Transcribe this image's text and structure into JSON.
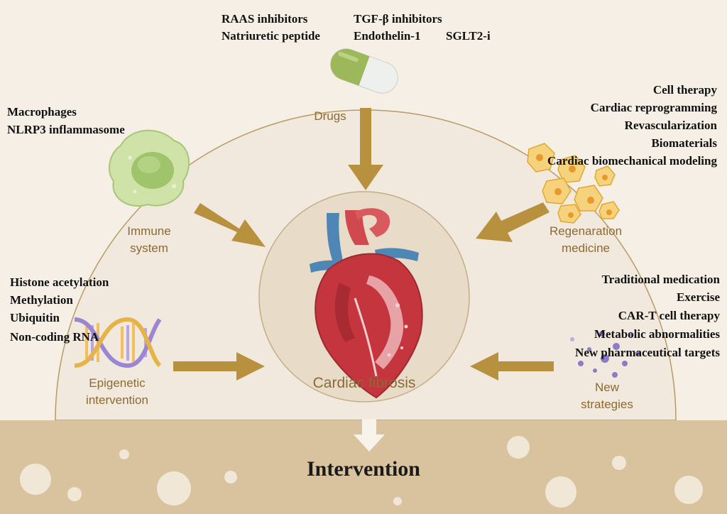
{
  "colors": {
    "background": "#f5efe6",
    "dome": "#f1e9de",
    "dome_outline": "#b89a62",
    "ground": "#d8c39e",
    "center_circle": "#e8dcc9",
    "arrow": "#b8913f",
    "category_text": "#8a6a35"
  },
  "drugs": {
    "label": "Drugs",
    "items": [
      "RAAS inhibitors",
      "Natriuretic peptide",
      "TGF-β inhibitors",
      "Endothelin-1",
      "SGLT2-i"
    ]
  },
  "immune": {
    "label_line1": "Immune",
    "label_line2": "system",
    "items": [
      "Macrophages",
      "NLRP3 inflammasome"
    ]
  },
  "regeneration": {
    "label_line1": "Regenaration",
    "label_line2": "medicine",
    "items": [
      "Cell therapy",
      "Cardiac reprogramming",
      "Revascularization",
      "Biomaterials",
      "Cardiac biomechanical modeling"
    ]
  },
  "epigenetic": {
    "label_line1": "Epigenetic",
    "label_line2": "intervention",
    "items": [
      "Histone acetylation",
      "Methylation",
      "Ubiquitin",
      "Non-coding RNA"
    ]
  },
  "new_strategies": {
    "label_line1": "New",
    "label_line2": "strategies",
    "items": [
      "Traditional medication",
      "Exercise",
      "CAR-T cell therapy",
      "Metabolic abnormalities",
      "New pharmaceutical targets"
    ]
  },
  "center": {
    "label": "Cardiac fibrosis"
  },
  "bottom": {
    "label": "Intervention"
  },
  "icons": [
    "capsule-icon",
    "macrophage-icon",
    "cell-cluster-icon",
    "dna-helix-icon",
    "dots-icon",
    "heart-icon"
  ]
}
